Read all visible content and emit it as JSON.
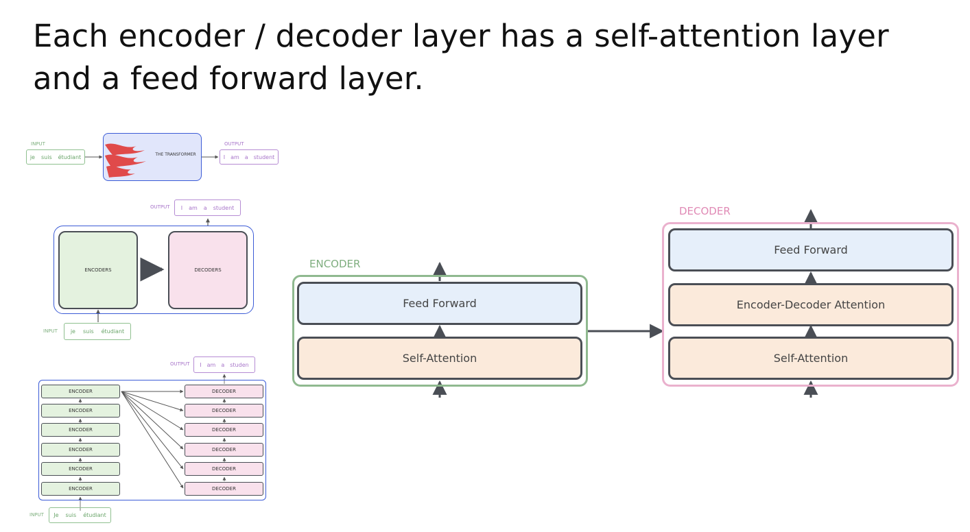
{
  "title": "Each encoder / decoder layer has a self-attention layer and a feed forward layer.",
  "top": {
    "input_label": "INPUT",
    "input_words": [
      "je",
      "suis",
      "étudiant"
    ],
    "transformer_label": "THE TRANSFORMER",
    "output_label": "OUTPUT",
    "output_words": [
      "I",
      "am",
      "a",
      "student"
    ]
  },
  "middle": {
    "output_label": "OUTPUT",
    "output_words": [
      "I",
      "am",
      "a",
      "student"
    ],
    "encoders_label": "ENCODERS",
    "decoders_label": "DECODERS",
    "input_label": "INPUT",
    "input_words": [
      "je",
      "suis",
      "étudiant"
    ]
  },
  "stack": {
    "output_label": "OUTPUT",
    "output_words": [
      "I",
      "am",
      "a",
      "studen"
    ],
    "encoder_label": "ENCODER",
    "decoder_label": "DECODER",
    "input_label": "INPUT",
    "input_words": [
      "Je",
      "suis",
      "étudiant"
    ]
  },
  "encoder": {
    "label": "ENCODER",
    "feed_forward": "Feed Forward",
    "self_attention": "Self-Attention"
  },
  "decoder": {
    "label": "DECODER",
    "feed_forward": "Feed Forward",
    "enc_dec_attention": "Encoder-Decoder Attention",
    "self_attention": "Self-Attention"
  },
  "colors": {
    "green": "#7fae7f",
    "blue_border": "#2b4fd6",
    "pink_border": "#e8a5c7",
    "purple": "#a774c9",
    "ff_fill": "#e6effa",
    "attn_fill": "#fbeadb",
    "enc_fill": "#e4f2df",
    "dec_fill": "#f9e1ec",
    "dark": "#4a4e55"
  }
}
